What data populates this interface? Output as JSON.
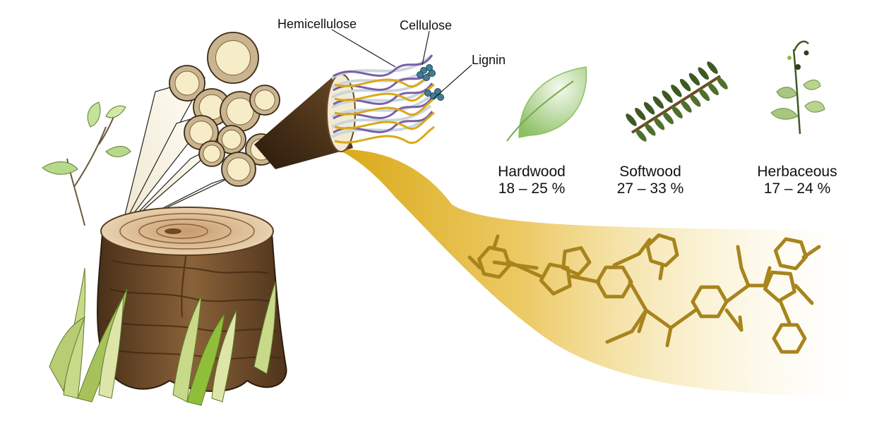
{
  "fibers": {
    "hemicellulose": "Hemicellulose",
    "cellulose": "Cellulose",
    "lignin": "Lignin"
  },
  "plant_types": [
    {
      "name": "Hardwood",
      "range": "18 – 25 %"
    },
    {
      "name": "Softwood",
      "range": "27 – 33 %"
    },
    {
      "name": "Herbaceous",
      "range": "17 – 24 %"
    }
  ],
  "colors": {
    "lignin_gold": "#d9a916",
    "molecule_stroke": "#a8841d",
    "hemicellulose_purple": "#7b5ea7",
    "cellulose_blue": "#3f7f95",
    "bark_brown": "#6b4a26",
    "cell_wall": "#c9b48f",
    "cell_lumen": "#f7ecc8",
    "leaf_green": "#8cc063",
    "softwood_green": "#3d5a22"
  },
  "icons": [
    "tree-stump-icon",
    "hardwood-leaf-icon",
    "softwood-needle-icon",
    "herbaceous-plant-icon"
  ]
}
